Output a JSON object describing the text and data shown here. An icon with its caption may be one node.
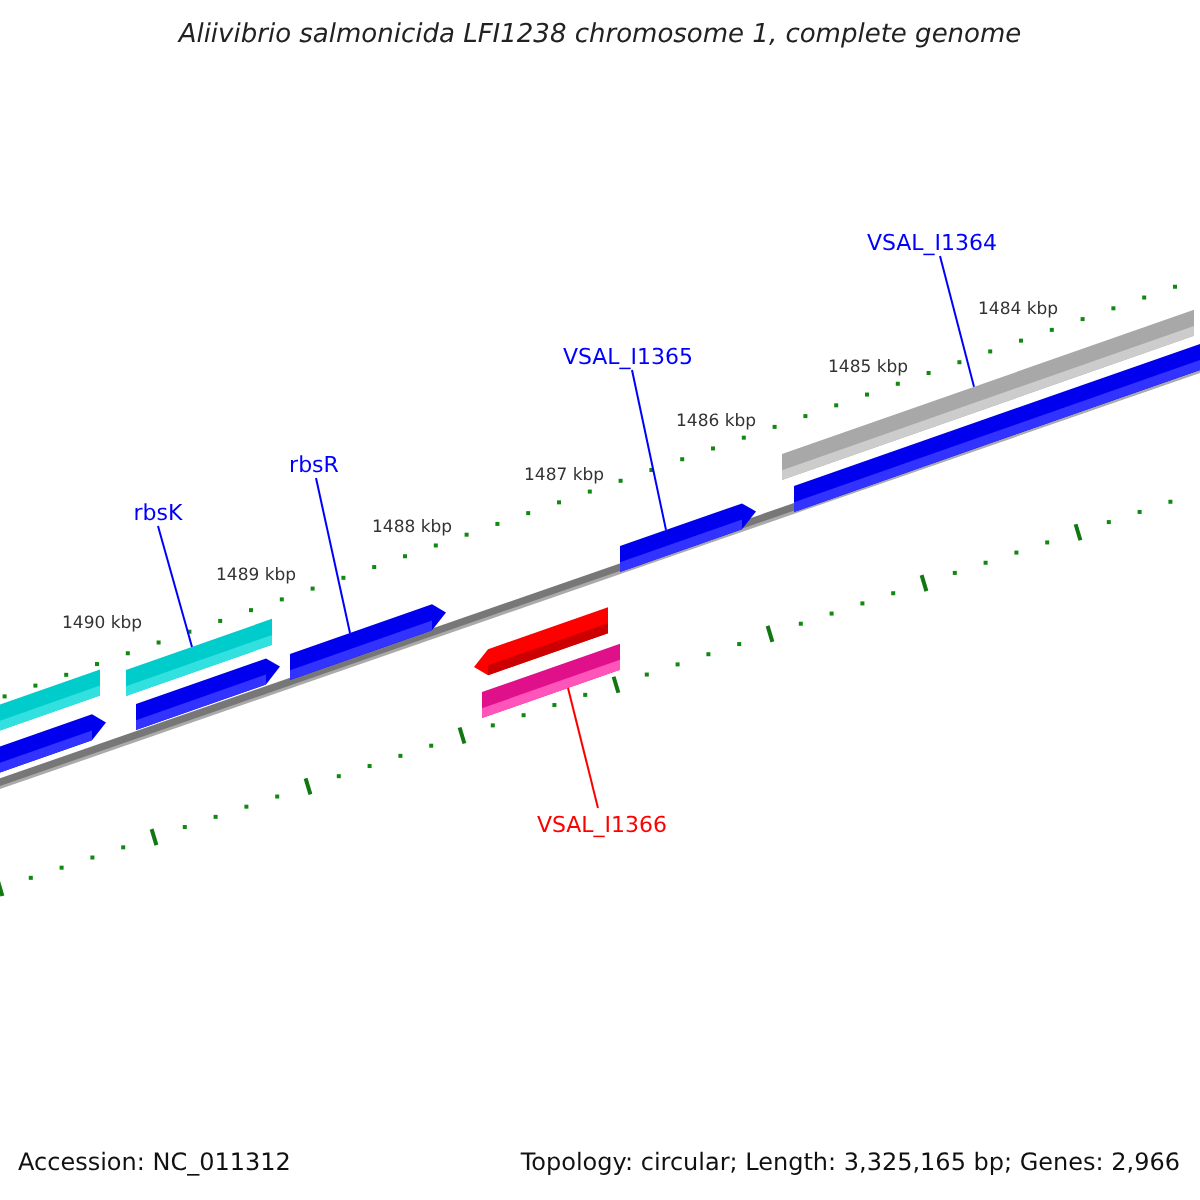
{
  "diagram": {
    "title": "Aliivibrio salmonicida LFI1238 chromosome 1, complete genome",
    "nodes": [
      {
        "text": [
          "VSAL_I1364"
        ]
      },
      {
        "text": [],
        "shape": "bar"
      },
      {
        "text": [
          "VSAL_I1365"
        ]
      },
      {
        "text": [],
        "shape": "bar"
      },
      {
        "text": [
          "rbsR"
        ]
      },
      {
        "text": [],
        "shape": "bar"
      },
      {
        "text": [
          "rbsK"
        ]
      },
      {
        "text": [],
        "shape": "bar"
      },
      {
        "text": [
          "VSAL_I1366"
        ]
      },
      {
        "text": [],
        "shape": "bar"
      }
    ],
    "edges": [
      {
        "from": 0,
        "to": 1,
        "arrow": "none"
      },
      {
        "from": 2,
        "to": 3,
        "arrow": "none"
      },
      {
        "from": 4,
        "to": 5,
        "arrow": "none"
      },
      {
        "from": 6,
        "to": 7,
        "arrow": "none"
      },
      {
        "from": 8,
        "to": 9,
        "arrow": "none",
        "color": "#ff0000"
      }
    ],
    "labels": [
      "1490 kbp",
      "1489 kbp",
      "1488 kbp",
      "1487 kbp",
      "1486 kbp",
      "1485 kbp",
      "1484 kbp",
      "Accession: NC_011312",
      "Topology: circular; Length: 3,325,165 bp; Genes: 2,966"
    ]
  }
}
